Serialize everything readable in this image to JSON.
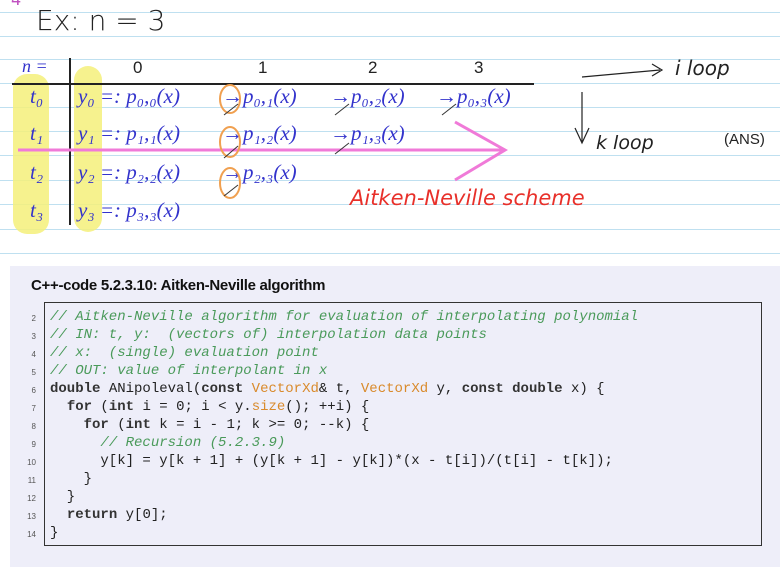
{
  "handwriting": {
    "circle_number": "4",
    "example": "Ex:  n = 3",
    "i_loop": "i loop",
    "k_loop": "k loop",
    "scheme_label": "Aitken-Neville scheme"
  },
  "ans_label": "(ANS)",
  "table": {
    "corner": "n =",
    "columns": [
      "0",
      "1",
      "2",
      "3"
    ],
    "rows": [
      {
        "t": "t₀",
        "cells": [
          "y₀ =: p₀,₀(x)",
          "→p₀,₁(x)",
          "→p₀,₂(x)",
          "→p₀,₃(x)"
        ]
      },
      {
        "t": "t₁",
        "cells": [
          "y₁ =: p₁,₁(x)",
          "→p₁,₂(x)",
          "→p₁,₃(x)"
        ]
      },
      {
        "t": "t₂",
        "cells": [
          "y₂ =: p₂,₂(x)",
          "→p₂,₃(x)"
        ]
      },
      {
        "t": "t₃",
        "cells": [
          "y₃ =: p₃,₃(x)"
        ]
      }
    ]
  },
  "code": {
    "title": "C++-code 5.2.3.10: Aitken-Neville algorithm",
    "line_numbers": [
      "2",
      "3",
      "4",
      "5",
      "6",
      "7",
      "8",
      "9",
      "10",
      "11",
      "12",
      "13",
      "14"
    ],
    "lines": [
      "// Aitken-Neville algorithm for evaluation of interpolating polynomial",
      "// IN: t, y:  (vectors of) interpolation data points",
      "// x:  (single) evaluation point",
      "// OUT: value of interpolant in x",
      "double ANipoleval(const VectorXd& t, VectorXd y, const double x) {",
      "  for (int i = 0; i < y.size(); ++i) {",
      "    for (int k = i - 1; k >= 0; --k) {",
      "      // Recursion (5.2.3.9)",
      "      y[k] = y[k + 1] + (y[k + 1] - y[k])*(x - t[i])/(t[i] - t[k]);",
      "    }",
      "  }",
      "  return y[0];",
      "}"
    ]
  },
  "colors": {
    "math": "#3333cc",
    "highlight": "#f5f07a",
    "pink_arrow": "#f07ad8",
    "orange": "#f0a050",
    "red_text": "#e8302a",
    "comment": "#4a9a5a",
    "type": "#d98a2b"
  }
}
